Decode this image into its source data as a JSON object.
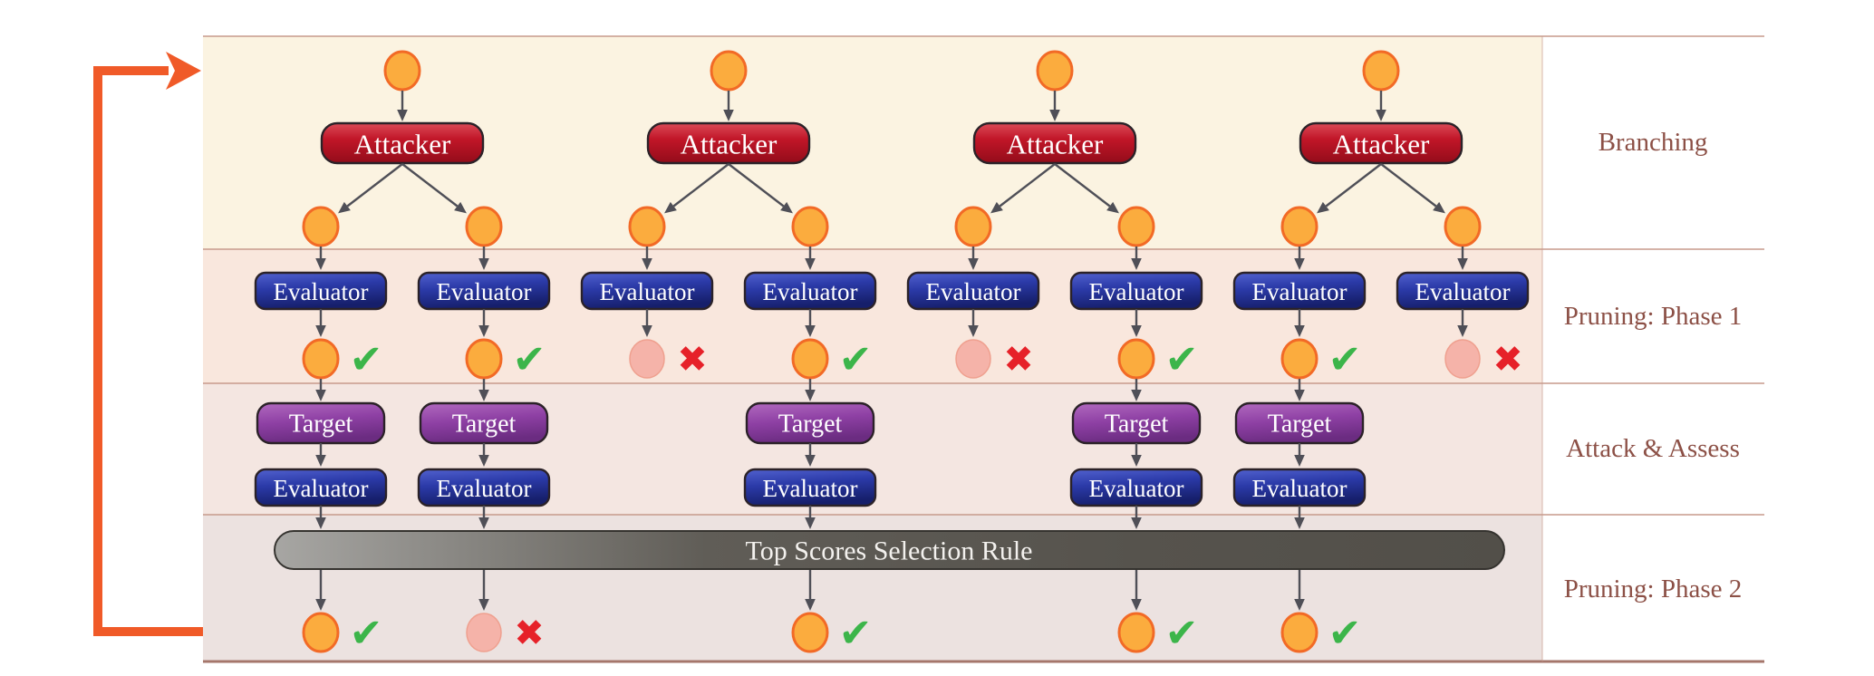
{
  "figure": {
    "phase_labels": [
      "Branching",
      "Pruning: Phase 1",
      "Attack & Assess",
      "Pruning: Phase 2"
    ],
    "attacker_label": "Attacker",
    "evaluator_label": "Evaluator",
    "target_label": "Target",
    "selection_bar_label": "Top Scores Selection Rule",
    "marks": {
      "keep": "✔",
      "prune": "✖"
    },
    "trees": [
      {
        "attacker": "Attacker",
        "branches": [
          {
            "phase1": "keep",
            "phase2": "keep"
          },
          {
            "phase1": "keep",
            "phase2": "prune"
          }
        ]
      },
      {
        "attacker": "Attacker",
        "branches": [
          {
            "phase1": "prune",
            "phase2": null
          },
          {
            "phase1": "keep",
            "phase2": "keep"
          }
        ]
      },
      {
        "attacker": "Attacker",
        "branches": [
          {
            "phase1": "prune",
            "phase2": null
          },
          {
            "phase1": "keep",
            "phase2": "keep"
          }
        ]
      },
      {
        "attacker": "Attacker",
        "branches": [
          {
            "phase1": "keep",
            "phase2": "keep"
          },
          {
            "phase1": "prune",
            "phase2": null
          }
        ]
      }
    ],
    "colors": {
      "band_branching": "#fbf3e1",
      "band_pruning1": "#f9e7dd",
      "band_attack_assess": "#f4e6e1",
      "band_pruning2": "#ece2e0",
      "keep_circle": "#fbac3e",
      "keep_circle_border": "#f26a26",
      "prune_circle": "#f5b3a9",
      "check_green": "#3cb54a",
      "cross_red": "#e62129",
      "loop_arrow_orange": "#f05a28",
      "attacker_red": "#c11628",
      "evaluator_blue": "#2b3aa8",
      "target_purple": "#8e40a4",
      "selection_bar_gray": "#56534d",
      "label_brown": "#8c5046"
    }
  }
}
